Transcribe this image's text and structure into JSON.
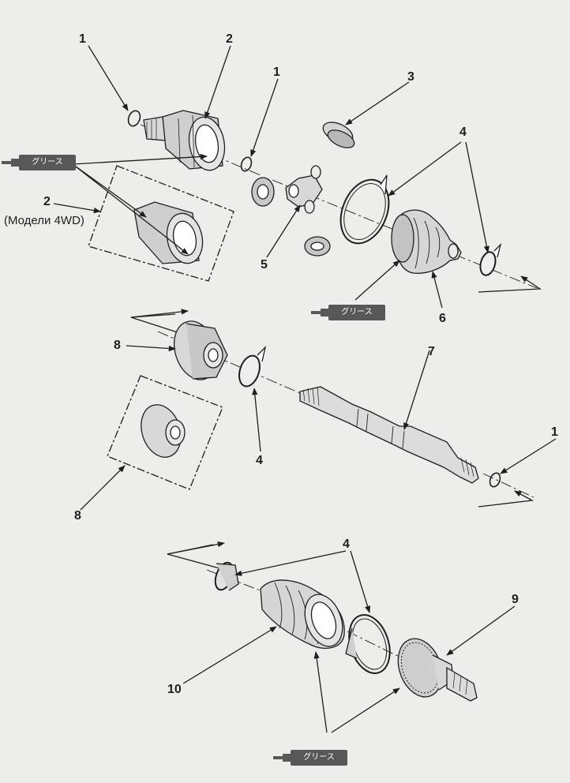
{
  "callouts": {
    "c1a": "1",
    "c2a": "2",
    "c1b": "1",
    "c3": "3",
    "c4a": "4",
    "c2b": "2",
    "c5": "5",
    "c6": "6",
    "c8a": "8",
    "c7": "7",
    "c4b": "4",
    "c1c": "1",
    "c8b": "8",
    "c4c": "4",
    "c9": "9",
    "c10": "10"
  },
  "notes": {
    "models_4wd": "(Модели 4WD)"
  },
  "grease_tubes": [
    {
      "label": "グリース"
    },
    {
      "label": "グリース"
    },
    {
      "label": "グリース"
    }
  ],
  "colors": {
    "line": "#1e1e1e",
    "background": "#ededeb",
    "tube": "#585858"
  }
}
